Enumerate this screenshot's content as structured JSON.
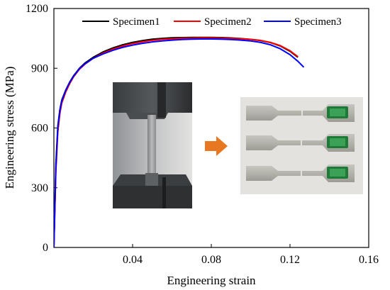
{
  "chart_data": {
    "type": "line",
    "xlabel": "Engineering strain",
    "ylabel": "Engineering stress (MPa)",
    "xlim": [
      0,
      0.16
    ],
    "ylim": [
      0,
      1200
    ],
    "x_ticks": [
      0.04,
      0.08,
      0.12,
      0.16
    ],
    "x_tick_labels": [
      "0.04",
      "0.08",
      "0.12",
      "0.16"
    ],
    "y_ticks": [
      0,
      300,
      600,
      900,
      1200
    ],
    "y_tick_labels": [
      "0",
      "300",
      "600",
      "900",
      "1200"
    ],
    "legend_position": "top",
    "series": [
      {
        "name": "Specimen1",
        "color": "#000000",
        "x": [
          0,
          0.001,
          0.002,
          0.003,
          0.004,
          0.006,
          0.008,
          0.01,
          0.013,
          0.016,
          0.02,
          0.025,
          0.03,
          0.035,
          0.04,
          0.045,
          0.05,
          0.055,
          0.06,
          0.065,
          0.07,
          0.075,
          0.08,
          0.085,
          0.09,
          0.095,
          0.1,
          0.105,
          0.11,
          0.115,
          0.12,
          0.124
        ],
        "y": [
          0,
          420,
          610,
          690,
          740,
          790,
          830,
          862,
          900,
          928,
          955,
          982,
          1002,
          1018,
          1030,
          1039,
          1046,
          1050,
          1053,
          1054,
          1055,
          1055,
          1055,
          1054,
          1052,
          1049,
          1045,
          1039,
          1029,
          1012,
          985,
          955
        ]
      },
      {
        "name": "Specimen2",
        "color": "#ff0000",
        "x": [
          0,
          0.001,
          0.002,
          0.003,
          0.004,
          0.006,
          0.008,
          0.01,
          0.013,
          0.016,
          0.02,
          0.025,
          0.03,
          0.035,
          0.04,
          0.045,
          0.05,
          0.055,
          0.06,
          0.065,
          0.07,
          0.075,
          0.08,
          0.085,
          0.09,
          0.095,
          0.1,
          0.105,
          0.11,
          0.115,
          0.12,
          0.124
        ],
        "y": [
          0,
          380,
          580,
          670,
          725,
          780,
          822,
          857,
          895,
          922,
          950,
          976,
          996,
          1012,
          1024,
          1033,
          1040,
          1045,
          1048,
          1050,
          1051,
          1052,
          1052,
          1051,
          1050,
          1048,
          1045,
          1040,
          1030,
          1014,
          988,
          958
        ]
      },
      {
        "name": "Specimen3",
        "color": "#0000ff",
        "x": [
          0,
          0.001,
          0.002,
          0.003,
          0.004,
          0.006,
          0.008,
          0.01,
          0.013,
          0.016,
          0.02,
          0.025,
          0.03,
          0.035,
          0.04,
          0.045,
          0.05,
          0.055,
          0.06,
          0.065,
          0.07,
          0.075,
          0.08,
          0.085,
          0.09,
          0.095,
          0.1,
          0.105,
          0.11,
          0.115,
          0.12,
          0.124,
          0.127
        ],
        "y": [
          0,
          400,
          600,
          685,
          735,
          788,
          828,
          860,
          898,
          924,
          950,
          972,
          990,
          1005,
          1016,
          1025,
          1032,
          1037,
          1041,
          1044,
          1046,
          1047,
          1047,
          1046,
          1044,
          1041,
          1037,
          1030,
          1018,
          998,
          968,
          935,
          905
        ]
      }
    ]
  }
}
